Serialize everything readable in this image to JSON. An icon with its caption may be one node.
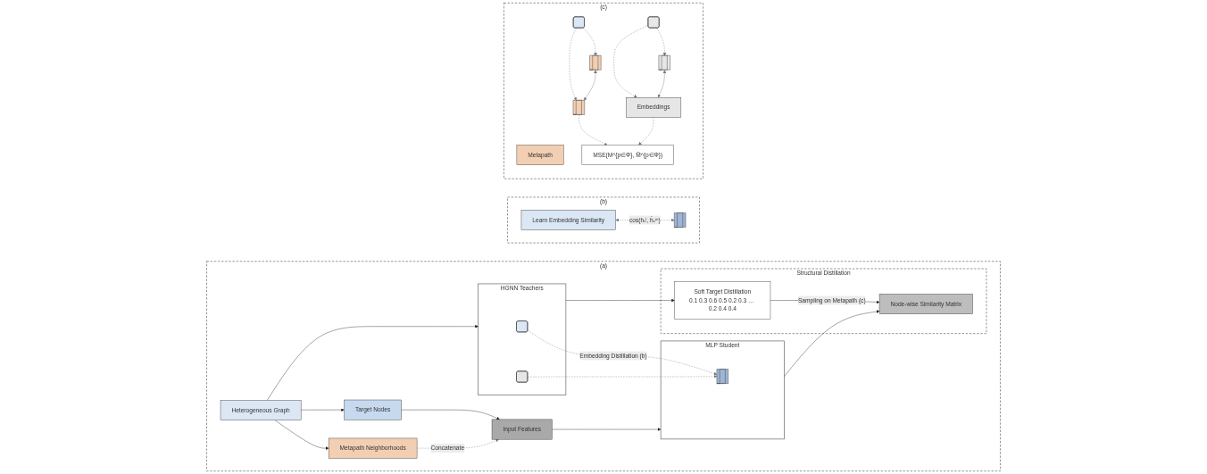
{
  "diagram": {
    "nodes": [
      {
        "text": [
          "(a)"
        ]
      },
      {
        "text": [
          "Heterogeneous Graph"
        ],
        "in": 0
      },
      {
        "text": [
          "HGNN Teachers"
        ],
        "in": 0
      },
      {
        "text": [],
        "shape": "box",
        "in": 2
      },
      {
        "text": [],
        "shape": "box",
        "in": 2
      },
      {
        "text": [
          "Structural Distillation"
        ],
        "in": 0
      },
      {
        "text": [
          "Soft Target Distillation",
          "0.1 0.3 0.6 0.5 0.2 0.3 … 0.2 0.4 0.4"
        ],
        "in": 5
      },
      {
        "text": [
          "Node-wise Similarity Matrix"
        ],
        "in": 5
      },
      {
        "text": [
          "Target Nodes"
        ],
        "in": 0
      },
      {
        "text": [
          "Input Features"
        ],
        "in": 0
      },
      {
        "text": [
          "Metapath Neighborhoods"
        ],
        "in": 0
      },
      {
        "text": [
          "MLP Student"
        ],
        "in": 0
      },
      {
        "text": [],
        "shape": "bar",
        "in": 11
      },
      {
        "text": [
          "(b)"
        ]
      },
      {
        "text": [
          "Learn Embedding Similarity"
        ],
        "in": 13
      },
      {
        "text": [],
        "shape": "bar",
        "in": 13
      },
      {
        "text": [
          "(c)"
        ]
      },
      {
        "text": [
          "Metapath"
        ],
        "in": 16
      },
      {
        "text": [],
        "shape": "box",
        "in": 16
      },
      {
        "text": [],
        "shape": "bar",
        "in": 16
      },
      {
        "text": [],
        "shape": "bar",
        "in": 16
      },
      {
        "text": [],
        "shape": "box",
        "in": 16
      },
      {
        "text": [],
        "shape": "bar",
        "in": 16
      },
      {
        "text": [
          "Embeddings"
        ],
        "in": 16
      },
      {
        "text": [
          "MSE(M^{p∈Φ}, M̂^{p∈Φ})"
        ],
        "in": 16
      }
    ],
    "edges": [
      {
        "from": 1,
        "to": 2,
        "arrow": "to"
      },
      {
        "from": 1,
        "to": 8,
        "arrow": "to"
      },
      {
        "from": 1,
        "to": 10,
        "arrow": "to"
      },
      {
        "from": 2,
        "to": 6,
        "arrow": "to"
      },
      {
        "from": 3,
        "to": 12,
        "arrow": "to",
        "style": "dashed",
        "color": "#777777",
        "label": "Embedding Distillation (b)"
      },
      {
        "from": 4,
        "to": 12,
        "arrow": "to",
        "style": "dashed",
        "color": "#777777"
      },
      {
        "from": 8,
        "to": 9,
        "arrow": "to"
      },
      {
        "from": 10,
        "to": 9,
        "arrow": "to",
        "style": "dashed",
        "color": "#777777",
        "label": "Concatenate"
      },
      {
        "from": 9,
        "to": 11,
        "arrow": "to"
      },
      {
        "from": 11,
        "to": 7,
        "arrow": "to"
      },
      {
        "from": 6,
        "to": 7,
        "arrow": "to",
        "label": "Sampling on Metapath (c)"
      },
      {
        "from": 14,
        "to": 15,
        "arrow": "both",
        "style": "dashed",
        "color": "#777777",
        "label": "cos(hᵥˡ, ĥᵥᵐ)"
      },
      {
        "from": 18,
        "to": 19,
        "arrow": "to",
        "style": "dashed",
        "color": "#777777"
      },
      {
        "from": 18,
        "to": 20,
        "arrow": "to",
        "style": "dashed",
        "color": "#777777"
      },
      {
        "from": 19,
        "to": 20,
        "arrow": "both",
        "color": "#777777"
      },
      {
        "from": 21,
        "to": 22,
        "arrow": "to",
        "style": "dashed",
        "color": "#777777"
      },
      {
        "from": 21,
        "to": 23,
        "arrow": "to",
        "style": "dashed",
        "color": "#777777"
      },
      {
        "from": 22,
        "to": 23,
        "arrow": "both",
        "color": "#777777"
      },
      {
        "from": 20,
        "to": 24,
        "arrow": "to",
        "style": "dashed",
        "color": "#777777"
      },
      {
        "from": 23,
        "to": 24,
        "arrow": "to",
        "style": "dashed",
        "color": "#777777"
      }
    ]
  }
}
